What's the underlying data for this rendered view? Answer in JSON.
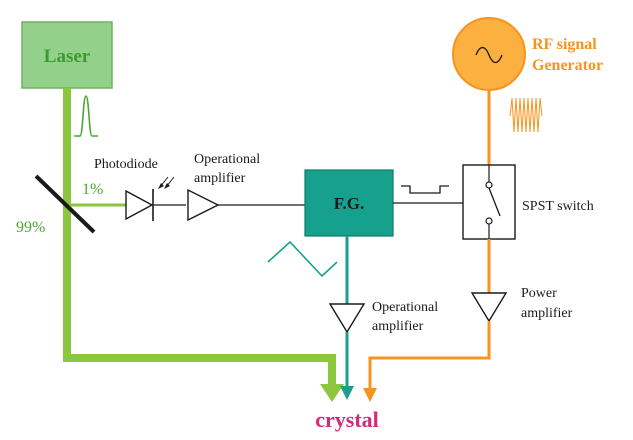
{
  "laser": {
    "label": "Laser",
    "color": "#4aa832",
    "fill": "#93d08a",
    "beam_color": "#8cc63f"
  },
  "rf_generator": {
    "label_line1": "RF signal",
    "label_line2": "Generator",
    "color": "#f7941d",
    "fill": "#fbb040"
  },
  "splitter": {
    "transmitted_pct": "99%",
    "reflected_pct": "1%"
  },
  "photodiode": {
    "label": "Photodiode"
  },
  "op_amp_1": {
    "label_line1": "Operational",
    "label_line2": "amplifier"
  },
  "function_generator": {
    "label": "F.G.",
    "fill": "#16a08e",
    "color": "#0c8f80"
  },
  "spst_switch": {
    "label": "SPST switch"
  },
  "op_amp_2": {
    "label_line1": "Operational",
    "label_line2": "amplifier"
  },
  "power_amplifier": {
    "label_line1": "Power",
    "label_line2": "amplifier"
  },
  "crystal": {
    "label": "crystal",
    "color": "#d6287a"
  }
}
